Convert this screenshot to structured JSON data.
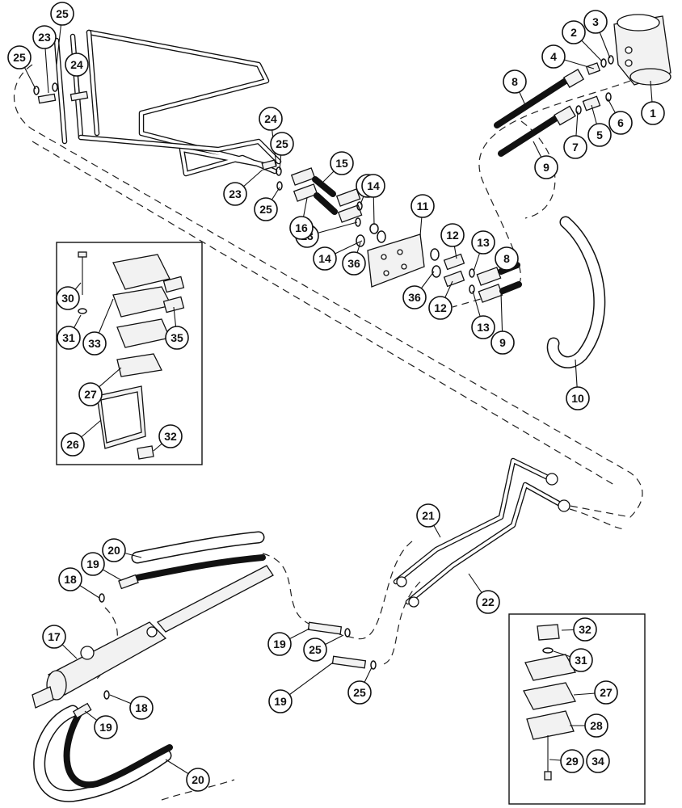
{
  "diagram": {
    "callouts": [
      {
        "label": "1"
      },
      {
        "label": "2"
      },
      {
        "label": "3"
      },
      {
        "label": "4"
      },
      {
        "label": "5"
      },
      {
        "label": "6"
      },
      {
        "label": "7"
      },
      {
        "label": "8"
      },
      {
        "label": "9"
      },
      {
        "label": "10"
      },
      {
        "label": "11"
      },
      {
        "label": "12"
      },
      {
        "label": "12"
      },
      {
        "label": "13"
      },
      {
        "label": "13"
      },
      {
        "label": "13"
      },
      {
        "label": "13"
      },
      {
        "label": "14"
      },
      {
        "label": "14"
      },
      {
        "label": "15"
      },
      {
        "label": "16"
      },
      {
        "label": "8"
      },
      {
        "label": "9"
      },
      {
        "label": "36"
      },
      {
        "label": "36"
      },
      {
        "label": "23"
      },
      {
        "label": "23"
      },
      {
        "label": "24"
      },
      {
        "label": "24"
      },
      {
        "label": "25"
      },
      {
        "label": "25"
      },
      {
        "label": "25"
      },
      {
        "label": "25"
      },
      {
        "label": "30"
      },
      {
        "label": "31"
      },
      {
        "label": "33"
      },
      {
        "label": "35"
      },
      {
        "label": "27"
      },
      {
        "label": "26"
      },
      {
        "label": "32"
      },
      {
        "label": "21"
      },
      {
        "label": "22"
      },
      {
        "label": "20"
      },
      {
        "label": "19"
      },
      {
        "label": "18"
      },
      {
        "label": "17"
      },
      {
        "label": "19"
      },
      {
        "label": "25"
      },
      {
        "label": "19"
      },
      {
        "label": "25"
      },
      {
        "label": "18"
      },
      {
        "label": "19"
      },
      {
        "label": "20"
      },
      {
        "label": "32"
      },
      {
        "label": "31"
      },
      {
        "label": "27"
      },
      {
        "label": "28"
      },
      {
        "label": "29"
      },
      {
        "label": "34"
      }
    ]
  }
}
